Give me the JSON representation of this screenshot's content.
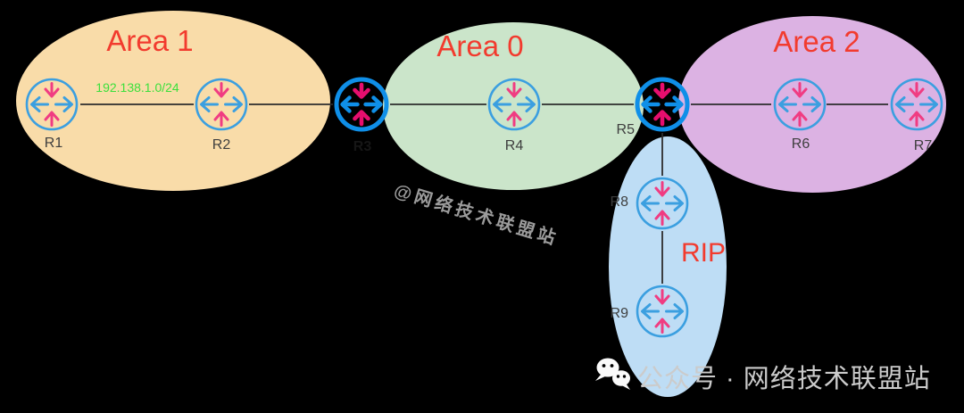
{
  "diagram": {
    "type": "network-topology",
    "areas": [
      {
        "label": "Area 1",
        "fill": "#F9DCA9",
        "routers": [
          "R1",
          "R2"
        ]
      },
      {
        "label": "Area 0",
        "fill": "#CBE5CA",
        "routers": [
          "R3",
          "R4",
          "R5"
        ]
      },
      {
        "label": "Area 2",
        "fill": "#DCB2E3",
        "routers": [
          "R6",
          "R7"
        ]
      },
      {
        "label": "RIP",
        "fill": "#BEDDF5",
        "routers": [
          "R8",
          "R9"
        ]
      }
    ],
    "routers": [
      {
        "label": "R1",
        "highlighted": false
      },
      {
        "label": "R2",
        "highlighted": false
      },
      {
        "label": "R3",
        "highlighted": true
      },
      {
        "label": "R4",
        "highlighted": false
      },
      {
        "label": "R5",
        "highlighted": true
      },
      {
        "label": "R6",
        "highlighted": false
      },
      {
        "label": "R7",
        "highlighted": false
      },
      {
        "label": "R8",
        "highlighted": false
      },
      {
        "label": "R9",
        "highlighted": false
      }
    ],
    "links": [
      {
        "from": "R1",
        "to": "R2",
        "label": "192.138.1.0/24"
      },
      {
        "from": "R2",
        "to": "R3",
        "label": ""
      },
      {
        "from": "R3",
        "to": "R4",
        "label": ""
      },
      {
        "from": "R4",
        "to": "R5",
        "label": ""
      },
      {
        "from": "R5",
        "to": "R6",
        "label": ""
      },
      {
        "from": "R6",
        "to": "R7",
        "label": ""
      },
      {
        "from": "R5",
        "to": "R8",
        "label": ""
      },
      {
        "from": "R8",
        "to": "R9",
        "label": ""
      }
    ],
    "colors": {
      "area_label": "#F23B2E",
      "network_label": "#3CE03C",
      "router_ring": "#3B9FE0",
      "router_ring_highlight": "#0F8FE8",
      "arrow_vertical": "#F03C82",
      "arrow_vertical_highlight": "#E60E6E",
      "link_line": "#2D2D2D",
      "router_label": "#3E3E3E"
    }
  },
  "watermark": {
    "text": "@网络技术联盟站",
    "color": "#9B9B9B"
  },
  "footer": {
    "icon": "wechat-icon",
    "text": "公众号 · 网络技术联盟站",
    "color": "#CBCBCB"
  }
}
